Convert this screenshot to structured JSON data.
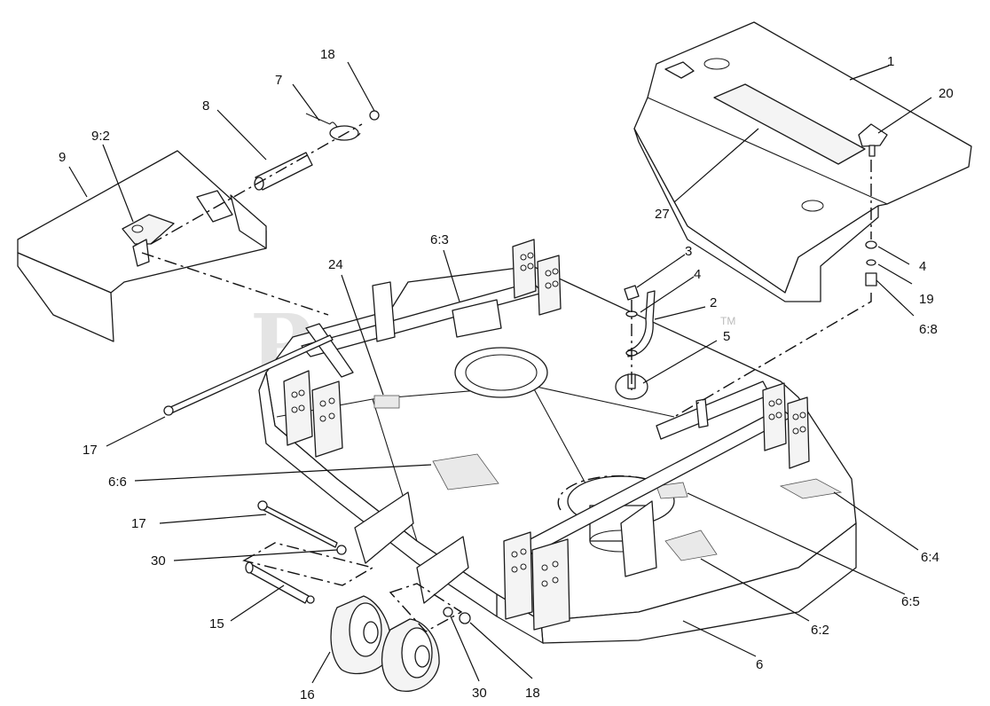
{
  "watermark": {
    "text": "PartsTree",
    "trademark": "TM"
  },
  "callouts": [
    {
      "id": "c-1",
      "label": "1"
    },
    {
      "id": "c-20",
      "label": "20"
    },
    {
      "id": "c-27",
      "label": "27"
    },
    {
      "id": "c-4a",
      "label": "4"
    },
    {
      "id": "c-19",
      "label": "19"
    },
    {
      "id": "c-6-8",
      "label": "6:8"
    },
    {
      "id": "c-18a",
      "label": "18"
    },
    {
      "id": "c-7",
      "label": "7"
    },
    {
      "id": "c-8",
      "label": "8"
    },
    {
      "id": "c-9-2",
      "label": "9:2"
    },
    {
      "id": "c-9",
      "label": "9"
    },
    {
      "id": "c-6-3",
      "label": "6:3"
    },
    {
      "id": "c-24",
      "label": "24"
    },
    {
      "id": "c-3",
      "label": "3"
    },
    {
      "id": "c-4b",
      "label": "4"
    },
    {
      "id": "c-2",
      "label": "2"
    },
    {
      "id": "c-5",
      "label": "5"
    },
    {
      "id": "c-17a",
      "label": "17"
    },
    {
      "id": "c-6-6",
      "label": "6:6"
    },
    {
      "id": "c-17b",
      "label": "17"
    },
    {
      "id": "c-30a",
      "label": "30"
    },
    {
      "id": "c-15",
      "label": "15"
    },
    {
      "id": "c-16",
      "label": "16"
    },
    {
      "id": "c-30b",
      "label": "30"
    },
    {
      "id": "c-18b",
      "label": "18"
    },
    {
      "id": "c-6-4",
      "label": "6:4"
    },
    {
      "id": "c-6-5",
      "label": "6:5"
    },
    {
      "id": "c-6-2",
      "label": "6:2"
    },
    {
      "id": "c-6",
      "label": "6"
    }
  ]
}
